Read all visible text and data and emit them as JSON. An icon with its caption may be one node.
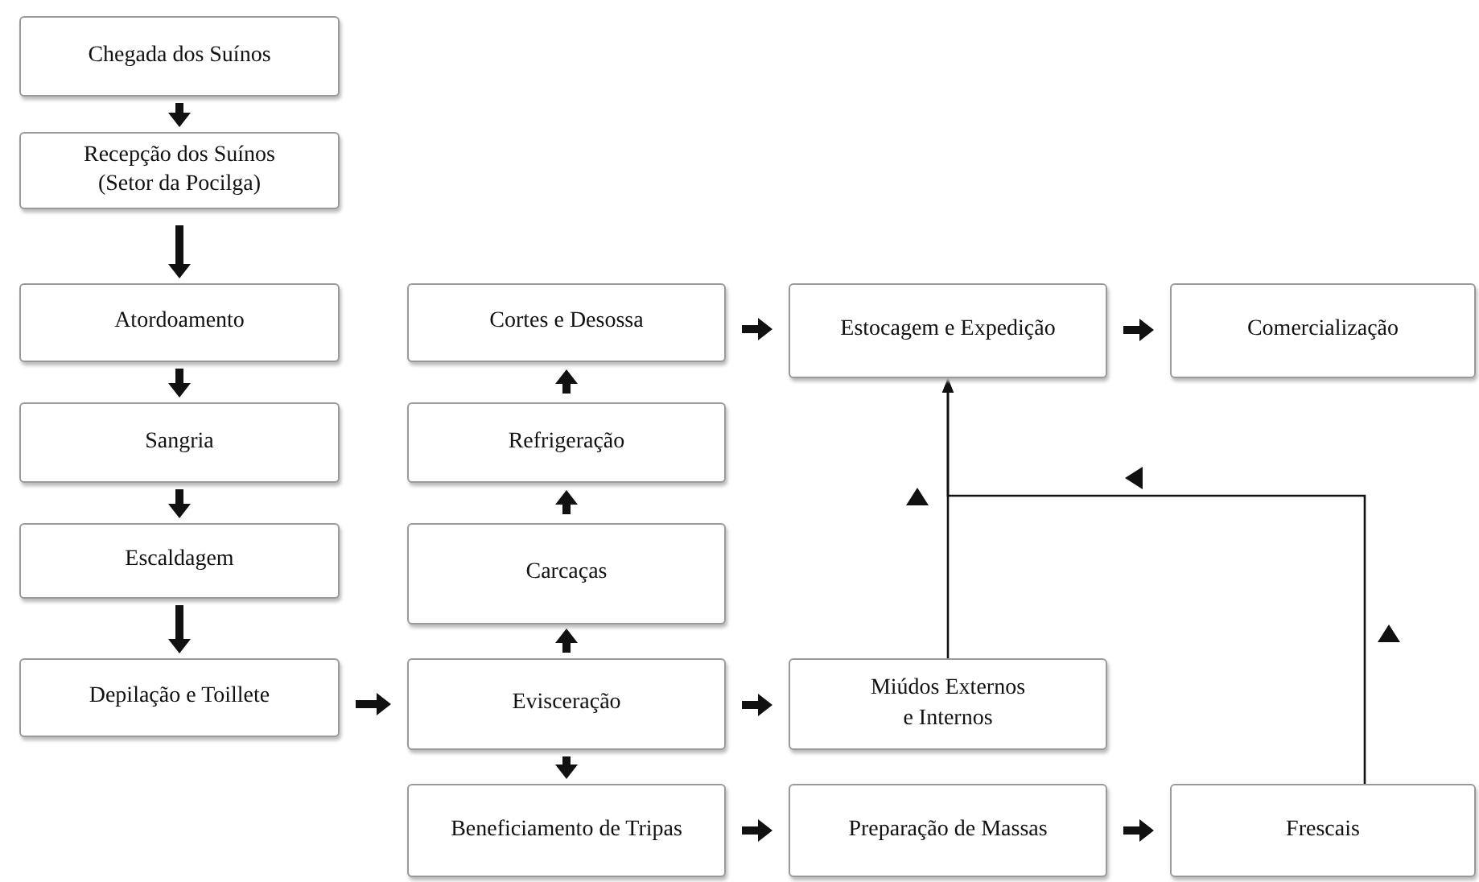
{
  "diagram": {
    "nodes": [
      {
        "text": [
          "Chegada dos Suínos"
        ]
      },
      {
        "text": [
          "Recepção dos Suínos (Setor da Pocilga)"
        ]
      },
      {
        "text": [
          "Atordoamento"
        ]
      },
      {
        "text": [
          "Sangria"
        ]
      },
      {
        "text": [
          "Escaldagem"
        ]
      },
      {
        "text": [
          "Depilação e Toillete"
        ]
      },
      {
        "text": [
          "Cortes e Desossa"
        ]
      },
      {
        "text": [
          "Refrigeração"
        ]
      },
      {
        "text": [
          "Carcaças"
        ]
      },
      {
        "text": [
          "Evisceração"
        ]
      },
      {
        "text": [
          "Beneficiamento de Tripas"
        ]
      },
      {
        "text": [
          "Estocagem e Expedição"
        ]
      },
      {
        "text": [
          "Comercialização"
        ]
      },
      {
        "text": [
          "Miúdos Externos e Internos"
        ]
      },
      {
        "text": [
          "Preparação de Massas"
        ]
      },
      {
        "text": [
          "Frescais"
        ]
      }
    ],
    "edges": [
      {
        "from": 0,
        "to": 1,
        "arrow": "to"
      },
      {
        "from": 1,
        "to": 2,
        "arrow": "to"
      },
      {
        "from": 2,
        "to": 3,
        "arrow": "to"
      },
      {
        "from": 3,
        "to": 4,
        "arrow": "to"
      },
      {
        "from": 4,
        "to": 5,
        "arrow": "to"
      },
      {
        "from": 5,
        "to": 9,
        "arrow": "to"
      },
      {
        "from": 9,
        "to": 8,
        "arrow": "to"
      },
      {
        "from": 8,
        "to": 7,
        "arrow": "to"
      },
      {
        "from": 7,
        "to": 6,
        "arrow": "to"
      },
      {
        "from": 6,
        "to": 11,
        "arrow": "to"
      },
      {
        "from": 11,
        "to": 12,
        "arrow": "to"
      },
      {
        "from": 9,
        "to": 13,
        "arrow": "to"
      },
      {
        "from": 9,
        "to": 10,
        "arrow": "to"
      },
      {
        "from": 10,
        "to": 14,
        "arrow": "to"
      },
      {
        "from": 14,
        "to": 15,
        "arrow": "to"
      },
      {
        "from": 13,
        "to": 11,
        "arrow": "to"
      },
      {
        "from": 15,
        "to": 11,
        "arrow": "to"
      }
    ]
  }
}
